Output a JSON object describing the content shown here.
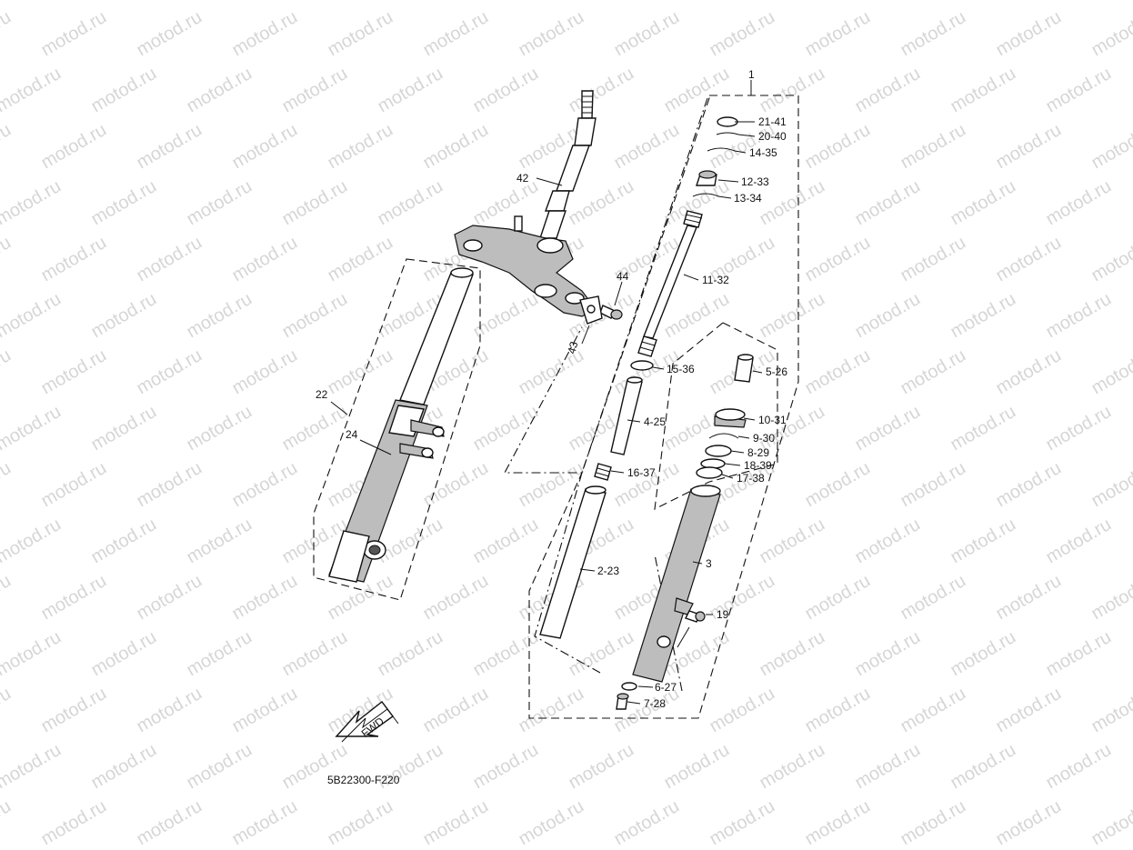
{
  "watermark": "motod.ru",
  "diagram_code": "5B22300-F220",
  "fwd_label": "FWD",
  "callouts": {
    "c1": "1",
    "c21_41": "21-41",
    "c20_40": "20-40",
    "c14_35": "14-35",
    "c12_33": "12-33",
    "c13_34": "13-34",
    "c11_32": "11-32",
    "c15_36": "15-36",
    "c4_25": "4-25",
    "c16_37": "16-37",
    "c2_23": "2-23",
    "c5_26": "5-26",
    "c10_31": "10-31",
    "c9_30": "9-30",
    "c8_29": "8-29",
    "c18_39": "18-39",
    "c17_38": "17-38",
    "c3": "3",
    "c19": "19",
    "c6_27": "6-27",
    "c7_28": "7-28",
    "c42": "42",
    "c44": "44",
    "c43": "43",
    "c22": "22",
    "c24": "24"
  }
}
